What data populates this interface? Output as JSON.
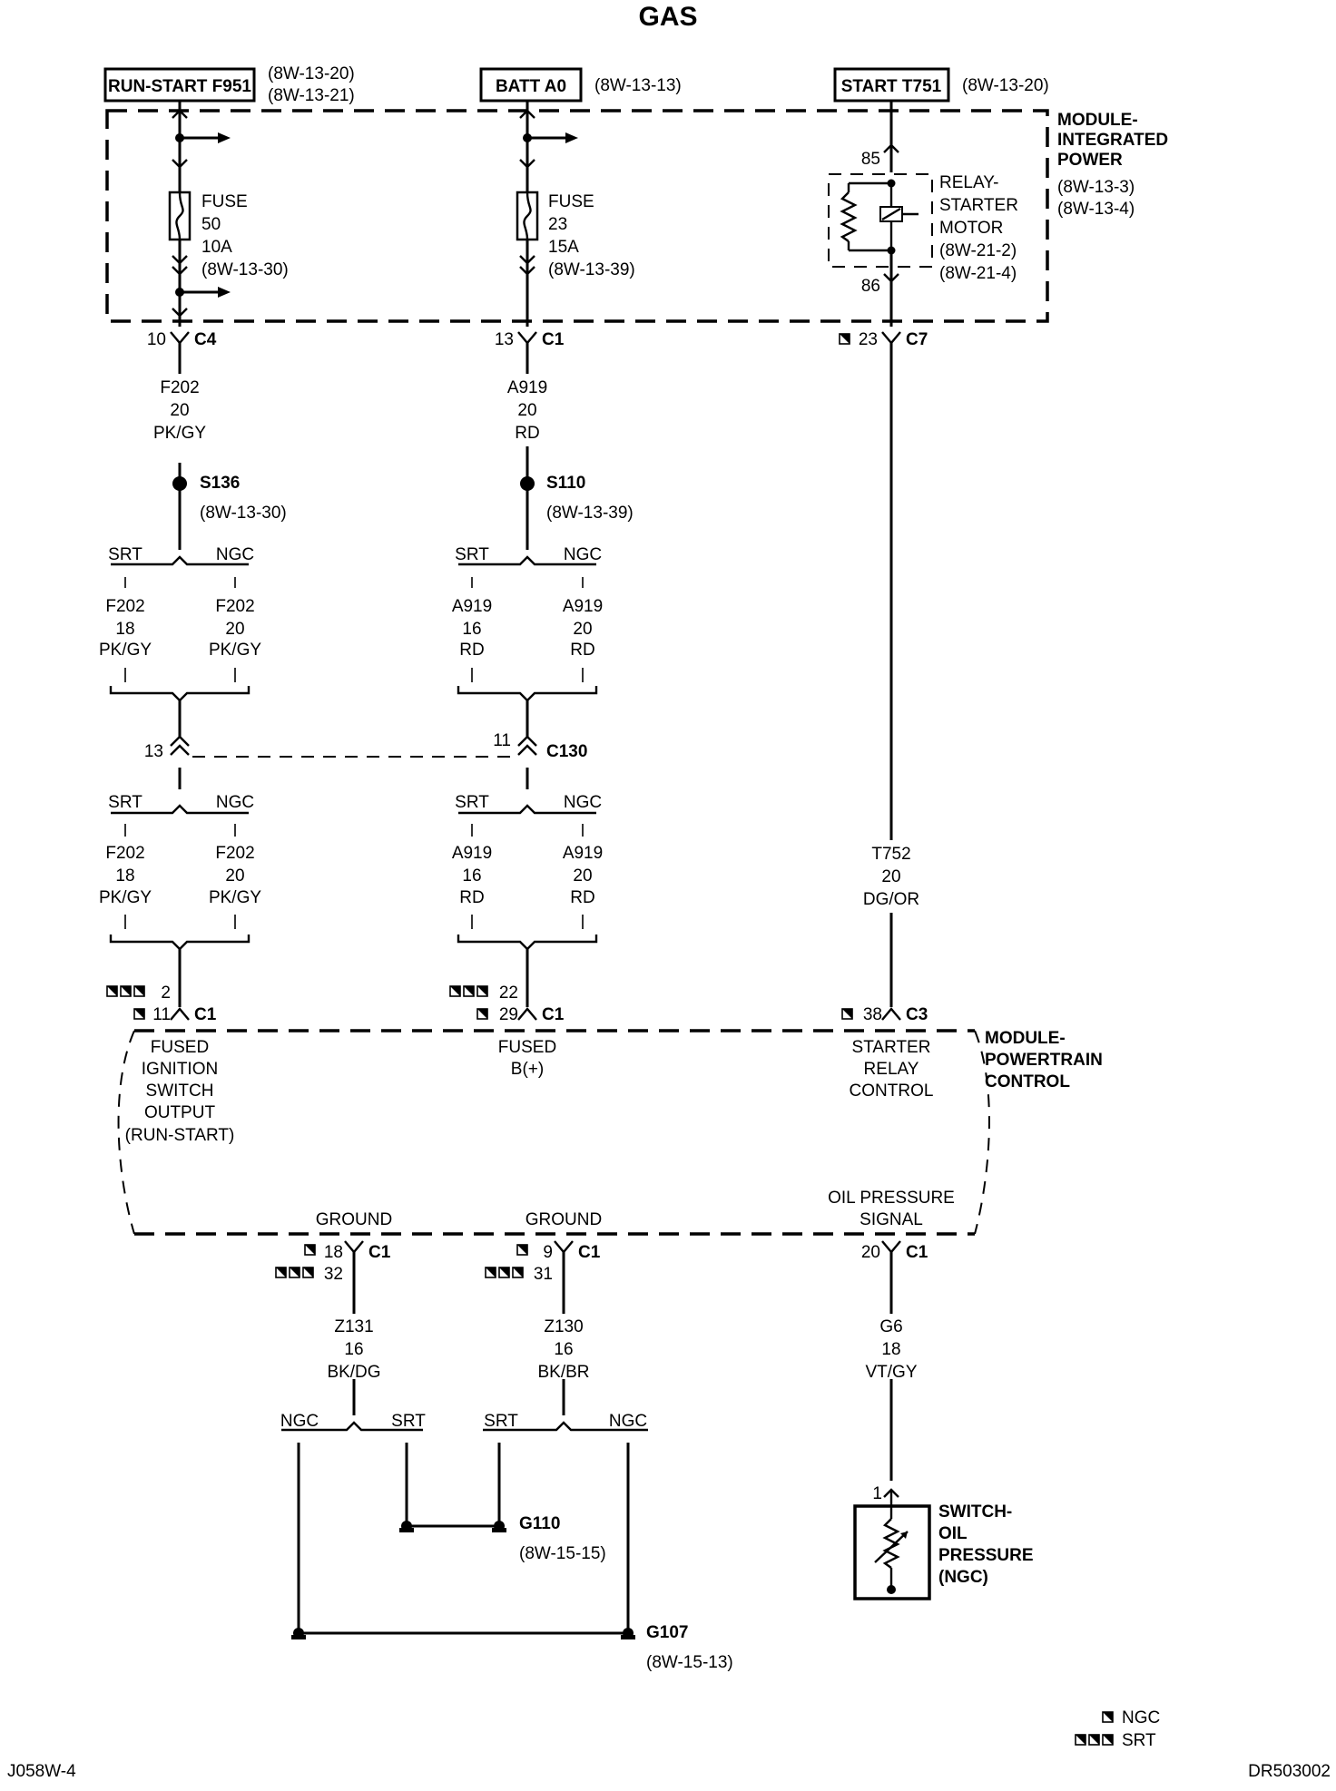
{
  "title": "GAS",
  "footer": {
    "left": "J058W-4",
    "right": "DR503002"
  },
  "legend": {
    "ngc_label": "NGC",
    "srt_label": "SRT"
  },
  "sources": [
    {
      "label": "RUN-START F951",
      "ref1": "(8W-13-20)",
      "ref2": "(8W-13-21)"
    },
    {
      "label": "BATT A0",
      "ref1": "(8W-13-13)"
    },
    {
      "label": "START T751",
      "ref1": "(8W-13-20)"
    }
  ],
  "ipm": {
    "l1": "MODULE-",
    "l2": "INTEGRATED",
    "l3": "POWER",
    "ref1": "(8W-13-3)",
    "ref2": "(8W-13-4)"
  },
  "fuse50": {
    "l1": "FUSE",
    "l2": "50",
    "l3": "10A",
    "ref": "(8W-13-30)"
  },
  "fuse23": {
    "l1": "FUSE",
    "l2": "23",
    "l3": "15A",
    "ref": "(8W-13-39)"
  },
  "relay": {
    "l1": "RELAY-",
    "l2": "STARTER",
    "l3": "MOTOR",
    "ref1": "(8W-21-2)",
    "ref2": "(8W-21-4)",
    "pin85": "85",
    "pin86": "86"
  },
  "conn_ipm": [
    {
      "pin": "10",
      "conn": "C4"
    },
    {
      "pin": "13",
      "conn": "C1"
    },
    {
      "pin": "23",
      "conn": "C7"
    }
  ],
  "wire_f202_20": {
    "circuit": "F202",
    "gauge": "20",
    "color": "PK/GY"
  },
  "wire_a919_20": {
    "circuit": "A919",
    "gauge": "20",
    "color": "RD"
  },
  "splice1": {
    "id": "S136",
    "ref": "(8W-13-30)"
  },
  "splice2": {
    "id": "S110",
    "ref": "(8W-13-39)"
  },
  "variants": {
    "srt": "SRT",
    "ngc": "NGC"
  },
  "f202_srt": {
    "circuit": "F202",
    "gauge": "18",
    "color": "PK/GY"
  },
  "f202_ngc": {
    "circuit": "F202",
    "gauge": "20",
    "color": "PK/GY"
  },
  "a919_srt": {
    "circuit": "A919",
    "gauge": "16",
    "color": "RD"
  },
  "a919_ngc": {
    "circuit": "A919",
    "gauge": "20",
    "color": "RD"
  },
  "c130": {
    "pin_left": "13",
    "pin_right": "11",
    "conn": "C130"
  },
  "t752": {
    "circuit": "T752",
    "gauge": "20",
    "color": "DG/OR"
  },
  "pcm_conn": [
    {
      "pin_srt": "2",
      "pin_ngc": "11",
      "conn": "C1"
    },
    {
      "pin_srt": "22",
      "pin_ngc": "29",
      "conn": "C1"
    },
    {
      "pin_ngc": "38",
      "conn": "C3"
    }
  ],
  "pcm": {
    "name1": "MODULE-",
    "name2": "POWERTRAIN",
    "name3": "CONTROL",
    "in1": [
      "FUSED",
      "IGNITION",
      "SWITCH",
      "OUTPUT",
      "(RUN-START)"
    ],
    "in2": [
      "FUSED",
      "B(+)"
    ],
    "in3": [
      "STARTER",
      "RELAY",
      "CONTROL"
    ],
    "gnd1": "GROUND",
    "gnd2": "GROUND",
    "oil1": "OIL PRESSURE",
    "oil2": "SIGNAL"
  },
  "pcm_bottom_conn": [
    {
      "pin_ngc": "18",
      "pin_srt": "32",
      "conn": "C1"
    },
    {
      "pin_ngc": "9",
      "pin_srt": "31",
      "conn": "C1"
    },
    {
      "pin": "20",
      "conn": "C1"
    }
  ],
  "z131": {
    "circuit": "Z131",
    "gauge": "16",
    "color": "BK/DG"
  },
  "z130": {
    "circuit": "Z130",
    "gauge": "16",
    "color": "BK/BR"
  },
  "g6": {
    "circuit": "G6",
    "gauge": "18",
    "color": "VT/GY"
  },
  "g110": {
    "id": "G110",
    "ref": "(8W-15-15)"
  },
  "g107": {
    "id": "G107",
    "ref": "(8W-15-13)"
  },
  "oil_switch": {
    "pin": "1",
    "l1": "SWITCH-",
    "l2": "OIL",
    "l3": "PRESSURE",
    "l4": "(NGC)"
  }
}
